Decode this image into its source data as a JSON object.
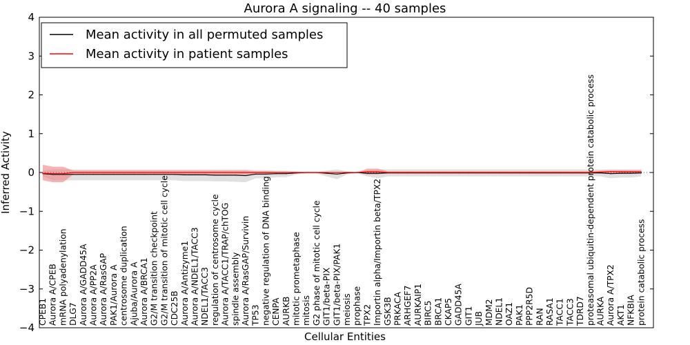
{
  "chart_data": {
    "type": "line",
    "title": "Aurora A signaling -- 40 samples",
    "xlabel": "Cellular Entities",
    "ylabel": "Inferred Activity",
    "ylim": [
      -4,
      4
    ],
    "yticks": [
      -4,
      -3,
      -2,
      -1,
      0,
      1,
      2,
      3,
      4
    ],
    "ytick_labels": [
      "−4",
      "−3",
      "−2",
      "−1",
      "0",
      "1",
      "2",
      "3",
      "4"
    ],
    "legend_position": "top-left",
    "grid": false,
    "categories": [
      "CPEB1",
      "Aurora A/CPEB",
      "mRNA polyadenylation",
      "DLG7",
      "Aurora A/GADD45A",
      "Aurora A/PP2A",
      "Aurora A/RasGAP",
      "PAK1/Aurora A",
      "centrosome duplication",
      "Ajuba/Aurora A",
      "Aurora A/BRCA1",
      "G2/M transition checkpoint",
      "G2/M transition of mitotic cell cycle",
      "CDC25B",
      "Aurora A/Antizyme1",
      "Aurora A/NDEL1/TACC3",
      "NDEL1/TACC3",
      "regulation of centrosome cycle",
      "Aurora A/TACC1/TRAP/chTOG",
      "spindle assembly",
      "Aurora A/RasGAP/Survivin",
      "TP53",
      "negative regulation of DNA binding",
      "CENPA",
      "AURKB",
      "mitotic prometaphase",
      "mitosis",
      "G2 phase of mitotic cell cycle",
      "GIT1/beta-PIX",
      "GIT1/beta-PIX/PAK1",
      "meiosis",
      "prophase",
      "TPX2",
      "Importin alpha/Importin beta/TPX2",
      "GSK3B",
      "PRKACA",
      "ARHGEF7",
      "AURKAIP1",
      "BIRC5",
      "BRCA1",
      "CKAP5",
      "GADD45A",
      "GIT1",
      "JUB",
      "MDM2",
      "NDEL1",
      "OAZ1",
      "PAK1",
      "PPP2R5D",
      "RAN",
      "RASA1",
      "TACC1",
      "TACC3",
      "TDRD7",
      "proteasomal ubiquitin-dependent protein catabolic process",
      "AURKA",
      "Aurora A/TPX2",
      "AKT1",
      "NFKBIA",
      "protein catabolic process"
    ],
    "series": [
      {
        "name": "Mean activity in all permuted samples",
        "color": "#000000",
        "band_color": "#bbbbbb",
        "values": [
          -0.03,
          -0.05,
          -0.05,
          -0.05,
          -0.05,
          -0.05,
          -0.05,
          -0.05,
          -0.05,
          -0.05,
          -0.05,
          -0.05,
          -0.05,
          -0.05,
          -0.06,
          -0.06,
          -0.06,
          -0.07,
          -0.07,
          -0.07,
          -0.08,
          -0.04,
          -0.04,
          -0.03,
          -0.03,
          -0.01,
          0,
          0,
          -0.02,
          -0.04,
          -0.01,
          0,
          -0.02,
          -0.02,
          -0.01,
          -0.01,
          -0.01,
          -0.01,
          -0.01,
          -0.01,
          -0.01,
          -0.01,
          -0.01,
          -0.01,
          -0.01,
          -0.01,
          -0.01,
          -0.01,
          -0.01,
          -0.01,
          -0.01,
          -0.01,
          -0.01,
          -0.01,
          -0.01,
          -0.01,
          -0.03,
          -0.02,
          -0.02,
          -0.01
        ],
        "lower": [
          -0.1,
          -0.2,
          -0.2,
          -0.2,
          -0.2,
          -0.2,
          -0.2,
          -0.2,
          -0.2,
          -0.2,
          -0.2,
          -0.2,
          -0.2,
          -0.2,
          -0.22,
          -0.22,
          -0.22,
          -0.23,
          -0.23,
          -0.24,
          -0.25,
          -0.15,
          -0.15,
          -0.12,
          -0.12,
          -0.05,
          -0.03,
          -0.03,
          -0.1,
          -0.17,
          -0.05,
          -0.02,
          -0.1,
          -0.15,
          -0.1,
          -0.1,
          -0.1,
          -0.1,
          -0.1,
          -0.1,
          -0.1,
          -0.1,
          -0.1,
          -0.1,
          -0.1,
          -0.1,
          -0.1,
          -0.1,
          -0.1,
          -0.1,
          -0.1,
          -0.1,
          -0.1,
          -0.1,
          -0.1,
          -0.1,
          -0.15,
          -0.13,
          -0.13,
          -0.1
        ],
        "upper": [
          0.05,
          0.08,
          0.08,
          0.08,
          0.08,
          0.08,
          0.08,
          0.08,
          0.08,
          0.08,
          0.08,
          0.08,
          0.08,
          0.08,
          0.08,
          0.08,
          0.08,
          0.08,
          0.08,
          0.08,
          0.08,
          0.06,
          0.06,
          0.05,
          0.05,
          0.03,
          0.02,
          0.02,
          0.05,
          0.08,
          0.03,
          0.02,
          0.06,
          0.08,
          0.08,
          0.08,
          0.08,
          0.08,
          0.08,
          0.08,
          0.08,
          0.08,
          0.08,
          0.08,
          0.08,
          0.08,
          0.08,
          0.08,
          0.08,
          0.08,
          0.08,
          0.08,
          0.08,
          0.08,
          0.08,
          0.08,
          0.08,
          0.08,
          0.08,
          0.08
        ]
      },
      {
        "name": "Mean activity in patient samples",
        "color": "#ff0000",
        "band_color": "#f08080",
        "values": [
          -0.02,
          -0.03,
          -0.03,
          0,
          0,
          0,
          0,
          0,
          0,
          0,
          0,
          0,
          0,
          0,
          0,
          0,
          0,
          0,
          0,
          0,
          0,
          0,
          0,
          0,
          0,
          0,
          0,
          0,
          0,
          0,
          0,
          0,
          0.02,
          0.02,
          0,
          0,
          0,
          0,
          0,
          0,
          0,
          0,
          0,
          0,
          0,
          0,
          0,
          0,
          0,
          0,
          0,
          0,
          0,
          0,
          0,
          0.01,
          0.02,
          0.02,
          0.02,
          0.02
        ],
        "lower": [
          -0.2,
          -0.25,
          -0.25,
          -0.05,
          -0.05,
          -0.05,
          -0.05,
          -0.05,
          -0.05,
          -0.05,
          -0.05,
          -0.05,
          -0.05,
          -0.05,
          -0.05,
          -0.05,
          -0.05,
          -0.05,
          -0.05,
          -0.05,
          -0.05,
          -0.03,
          -0.03,
          -0.02,
          -0.02,
          -0.01,
          0,
          0,
          0,
          0,
          0,
          0,
          -0.05,
          -0.05,
          -0.02,
          -0.02,
          -0.02,
          -0.02,
          -0.02,
          -0.02,
          -0.02,
          -0.02,
          -0.02,
          -0.02,
          -0.02,
          -0.02,
          -0.02,
          -0.02,
          -0.02,
          -0.02,
          -0.02,
          -0.02,
          -0.02,
          -0.02,
          -0.02,
          -0.02,
          -0.02,
          -0.02,
          -0.02,
          -0.02
        ],
        "upper": [
          0.2,
          0.15,
          0.15,
          0.05,
          0.05,
          0.05,
          0.05,
          0.05,
          0.05,
          0.05,
          0.05,
          0.05,
          0.05,
          0.05,
          0.05,
          0.05,
          0.05,
          0.05,
          0.05,
          0.05,
          0.05,
          0.03,
          0.03,
          0.02,
          0.02,
          0.01,
          0,
          0,
          0,
          0,
          0,
          0,
          0.1,
          0.1,
          0.03,
          0.03,
          0.03,
          0.03,
          0.03,
          0.03,
          0.03,
          0.03,
          0.03,
          0.03,
          0.03,
          0.03,
          0.03,
          0.03,
          0.03,
          0.03,
          0.03,
          0.03,
          0.03,
          0.03,
          0.03,
          0.05,
          0.06,
          0.06,
          0.06,
          0.06
        ]
      }
    ]
  }
}
